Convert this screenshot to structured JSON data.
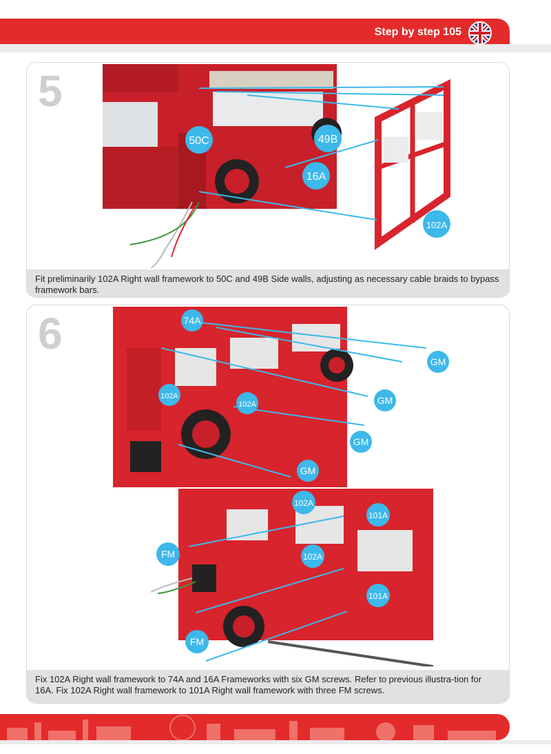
{
  "header": {
    "title": "Step by step 105"
  },
  "steps": [
    {
      "number": "5",
      "caption": "Fit preliminarily 102A Right wall framework to 50C and 49B Side walls, adjusting as necessary cable braids to bypass framework bars.",
      "callouts": [
        "50C",
        "49B",
        "16A",
        "102A"
      ]
    },
    {
      "number": "6",
      "caption": "Fix 102A Right wall framework to 74A and 16A Frameworks with six GM screws. Refer to previous illustra-tion for 16A. Fix 102A Right wall framework to 101A Right wall framework with three FM screws.",
      "callouts_top": [
        "74A",
        "GM",
        "102A",
        "GM",
        "102A",
        "GM",
        "GM"
      ],
      "callouts_bottom": [
        "102A",
        "101A",
        "FM",
        "102A",
        "101A",
        "FM"
      ]
    }
  ],
  "colors": {
    "brand_red": "#e32b2b",
    "callout_blue": "#3db8ea",
    "panel_caption": "#e1e1e3"
  }
}
